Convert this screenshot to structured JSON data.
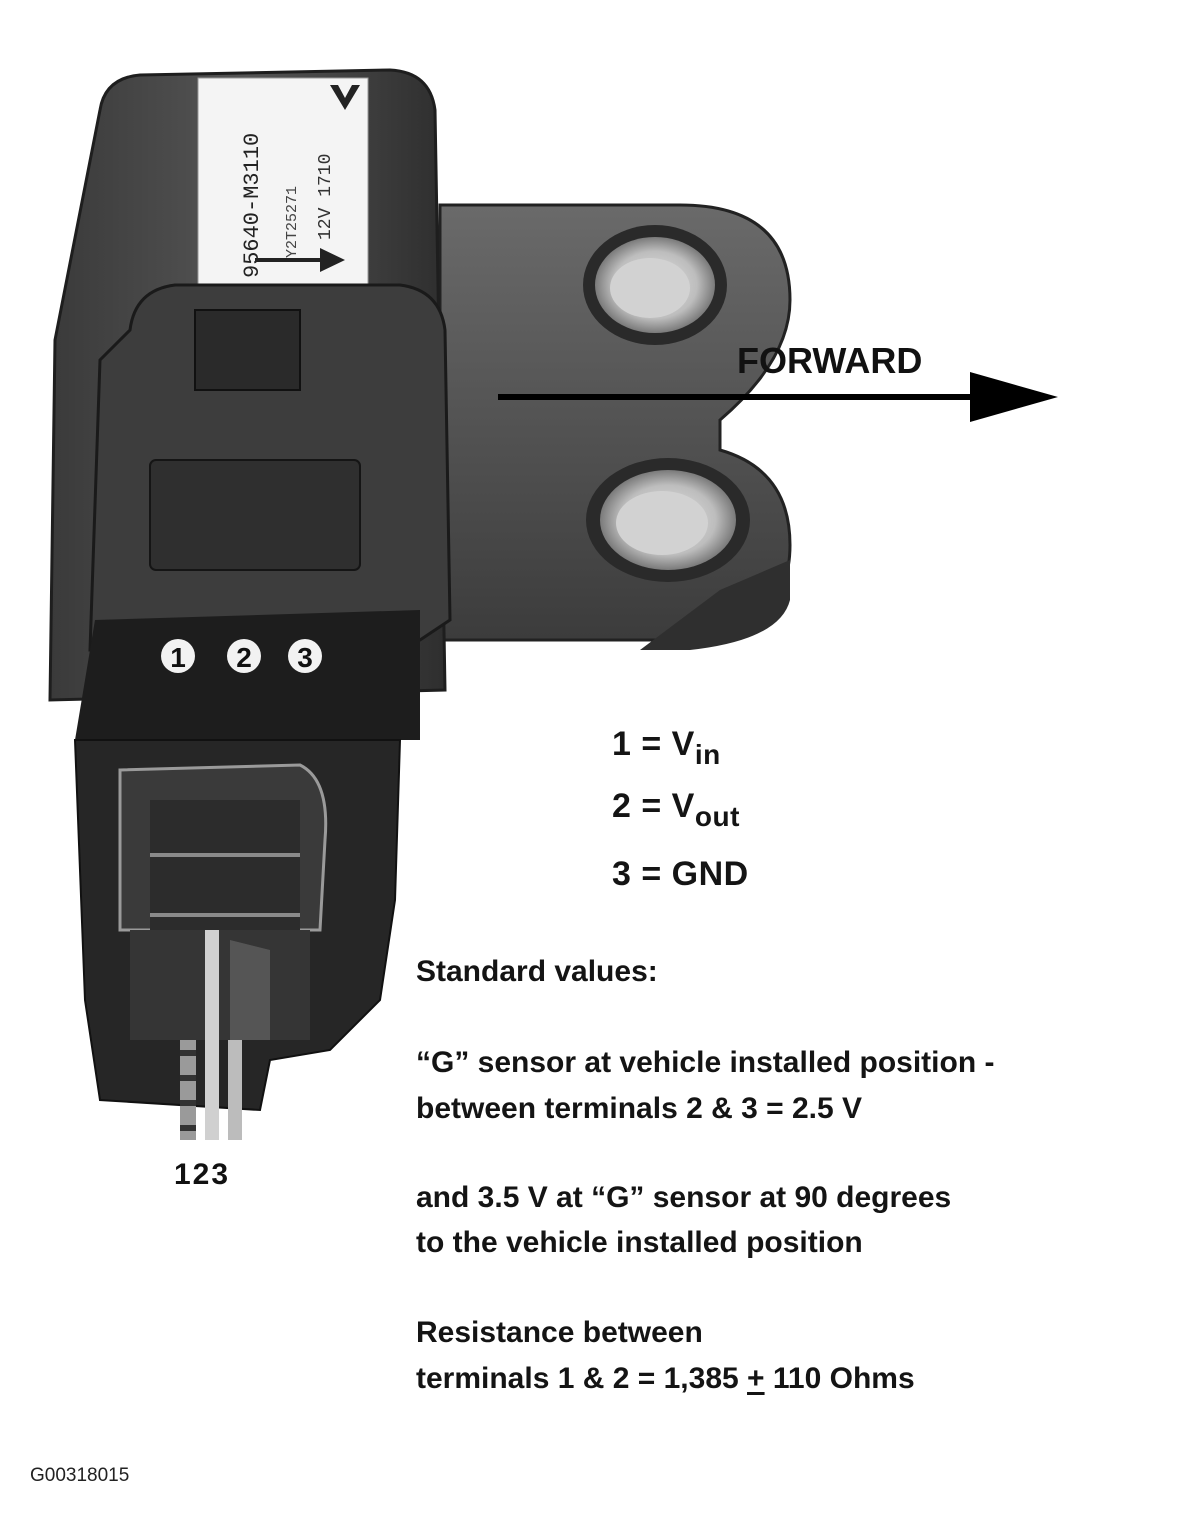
{
  "sensor_label": {
    "part_number": "95640-M3110",
    "serial": "Y2T25271",
    "rating": "12V  1710"
  },
  "forward_label": "FORWARD",
  "terminal_circles": [
    "1",
    "2",
    "3"
  ],
  "wire_numbers": "123",
  "pins": [
    {
      "num": "1",
      "eq": " = ",
      "base": "V",
      "sub": "in"
    },
    {
      "num": "2",
      "eq": " = ",
      "base": "V",
      "sub": "out"
    },
    {
      "num": "3",
      "eq": " = ",
      "base": "GND",
      "sub": ""
    }
  ],
  "standard_values": {
    "title": "Standard values:",
    "g_sensor_line1": "“G” sensor at vehicle installed position -",
    "g_sensor_line2": "between terminals 2 & 3 = 2.5 V",
    "rotated_line1": "and 3.5 V at “G” sensor at 90 degrees",
    "rotated_line2": "to the vehicle installed position",
    "resistance_line1": "Resistance between",
    "resistance_prefix": "terminals 1 & 2 = 1,385 ",
    "resistance_pm": "+",
    "resistance_suffix": " 110 Ohms"
  },
  "figure_id": "G00318015",
  "colors": {
    "housing_dark": "#2b2b2b",
    "housing_mid": "#4a4a4a",
    "bracket": "#5a5a5a",
    "label_white": "#f4f4f4",
    "text": "#141414"
  },
  "icons": [
    "sensor-housing-illustration",
    "forward-arrow-icon",
    "mounting-hole-icon"
  ]
}
